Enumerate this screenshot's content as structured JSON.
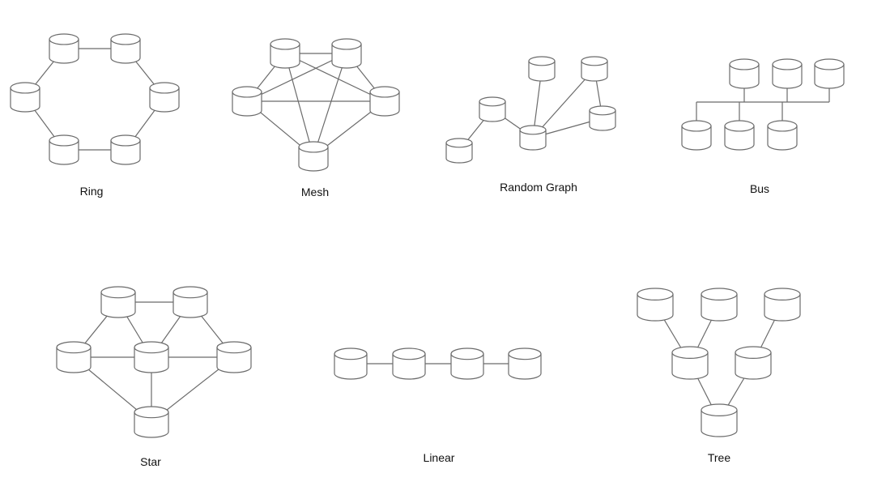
{
  "diagrams": [
    {
      "id": "ring",
      "label": "Ring",
      "nodes": 6,
      "edges": [
        [
          0,
          1
        ],
        [
          1,
          2
        ],
        [
          2,
          3
        ],
        [
          3,
          4
        ],
        [
          4,
          5
        ],
        [
          5,
          0
        ]
      ]
    },
    {
      "id": "mesh",
      "label": "Mesh",
      "nodes": 5,
      "edges": [
        [
          0,
          1
        ],
        [
          0,
          2
        ],
        [
          0,
          3
        ],
        [
          0,
          4
        ],
        [
          1,
          2
        ],
        [
          1,
          3
        ],
        [
          1,
          4
        ],
        [
          2,
          3
        ],
        [
          2,
          4
        ],
        [
          3,
          4
        ]
      ]
    },
    {
      "id": "random-graph",
      "label": "Random Graph",
      "nodes": 6,
      "edges": [
        [
          0,
          1
        ],
        [
          1,
          2
        ],
        [
          2,
          3
        ],
        [
          2,
          4
        ],
        [
          2,
          5
        ],
        [
          4,
          5
        ]
      ]
    },
    {
      "id": "bus",
      "label": "Bus",
      "nodes": 6,
      "topology": "shared bus line"
    },
    {
      "id": "star",
      "label": "Star",
      "nodes": 6,
      "edges": [
        [
          0,
          1
        ],
        [
          0,
          2
        ],
        [
          0,
          3
        ],
        [
          0,
          4
        ],
        [
          0,
          5
        ],
        [
          1,
          2
        ],
        [
          1,
          3
        ],
        [
          2,
          4
        ],
        [
          3,
          5
        ],
        [
          4,
          5
        ]
      ]
    },
    {
      "id": "linear",
      "label": "Linear",
      "nodes": 4,
      "edges": [
        [
          0,
          1
        ],
        [
          1,
          2
        ],
        [
          2,
          3
        ]
      ]
    },
    {
      "id": "tree",
      "label": "Tree",
      "nodes": 6,
      "edges": [
        [
          0,
          3
        ],
        [
          1,
          3
        ],
        [
          2,
          4
        ],
        [
          3,
          5
        ],
        [
          4,
          5
        ]
      ]
    }
  ]
}
